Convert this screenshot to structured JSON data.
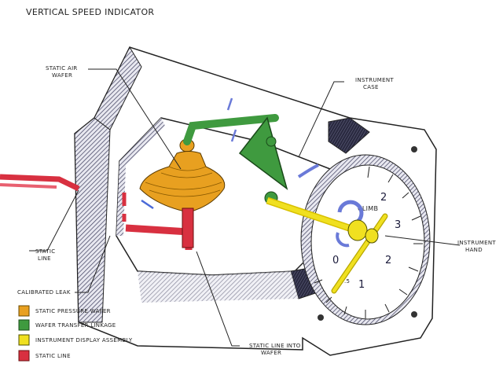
{
  "title": "VERTICAL SPEED INDICATOR",
  "labels": {
    "static_air_wafer_1": "STATIC AIR",
    "static_air_wafer_2": "WAFER",
    "instrument_case_1": "INSTRUMENT",
    "instrument_case_2": "CASE",
    "instrument_hand_1": "INSTRUMENT",
    "instrument_hand_2": "HAND",
    "static_line_1": "STATIC",
    "static_line_2": "LINE",
    "calibrated_leak": "CALIBRATED LEAK",
    "static_line_into_wafer_1": "STATIC LINE INTO",
    "static_line_into_wafer_2": "WAFER"
  },
  "dial": {
    "climb": "CLIMB",
    "numbers": [
      "0",
      ".5",
      "1",
      "2",
      "3",
      "2"
    ]
  },
  "legend": [
    {
      "label": "STATIC PRESSURE WAFER",
      "color": "#e8a020"
    },
    {
      "label": "WAFER TRANSFER LINKAGE",
      "color": "#3f9a3f"
    },
    {
      "label": "INSTRUMENT DISPLAY ASSEMBLY",
      "color": "#f0e020"
    },
    {
      "label": "STATIC LINE",
      "color": "#d83040"
    }
  ]
}
